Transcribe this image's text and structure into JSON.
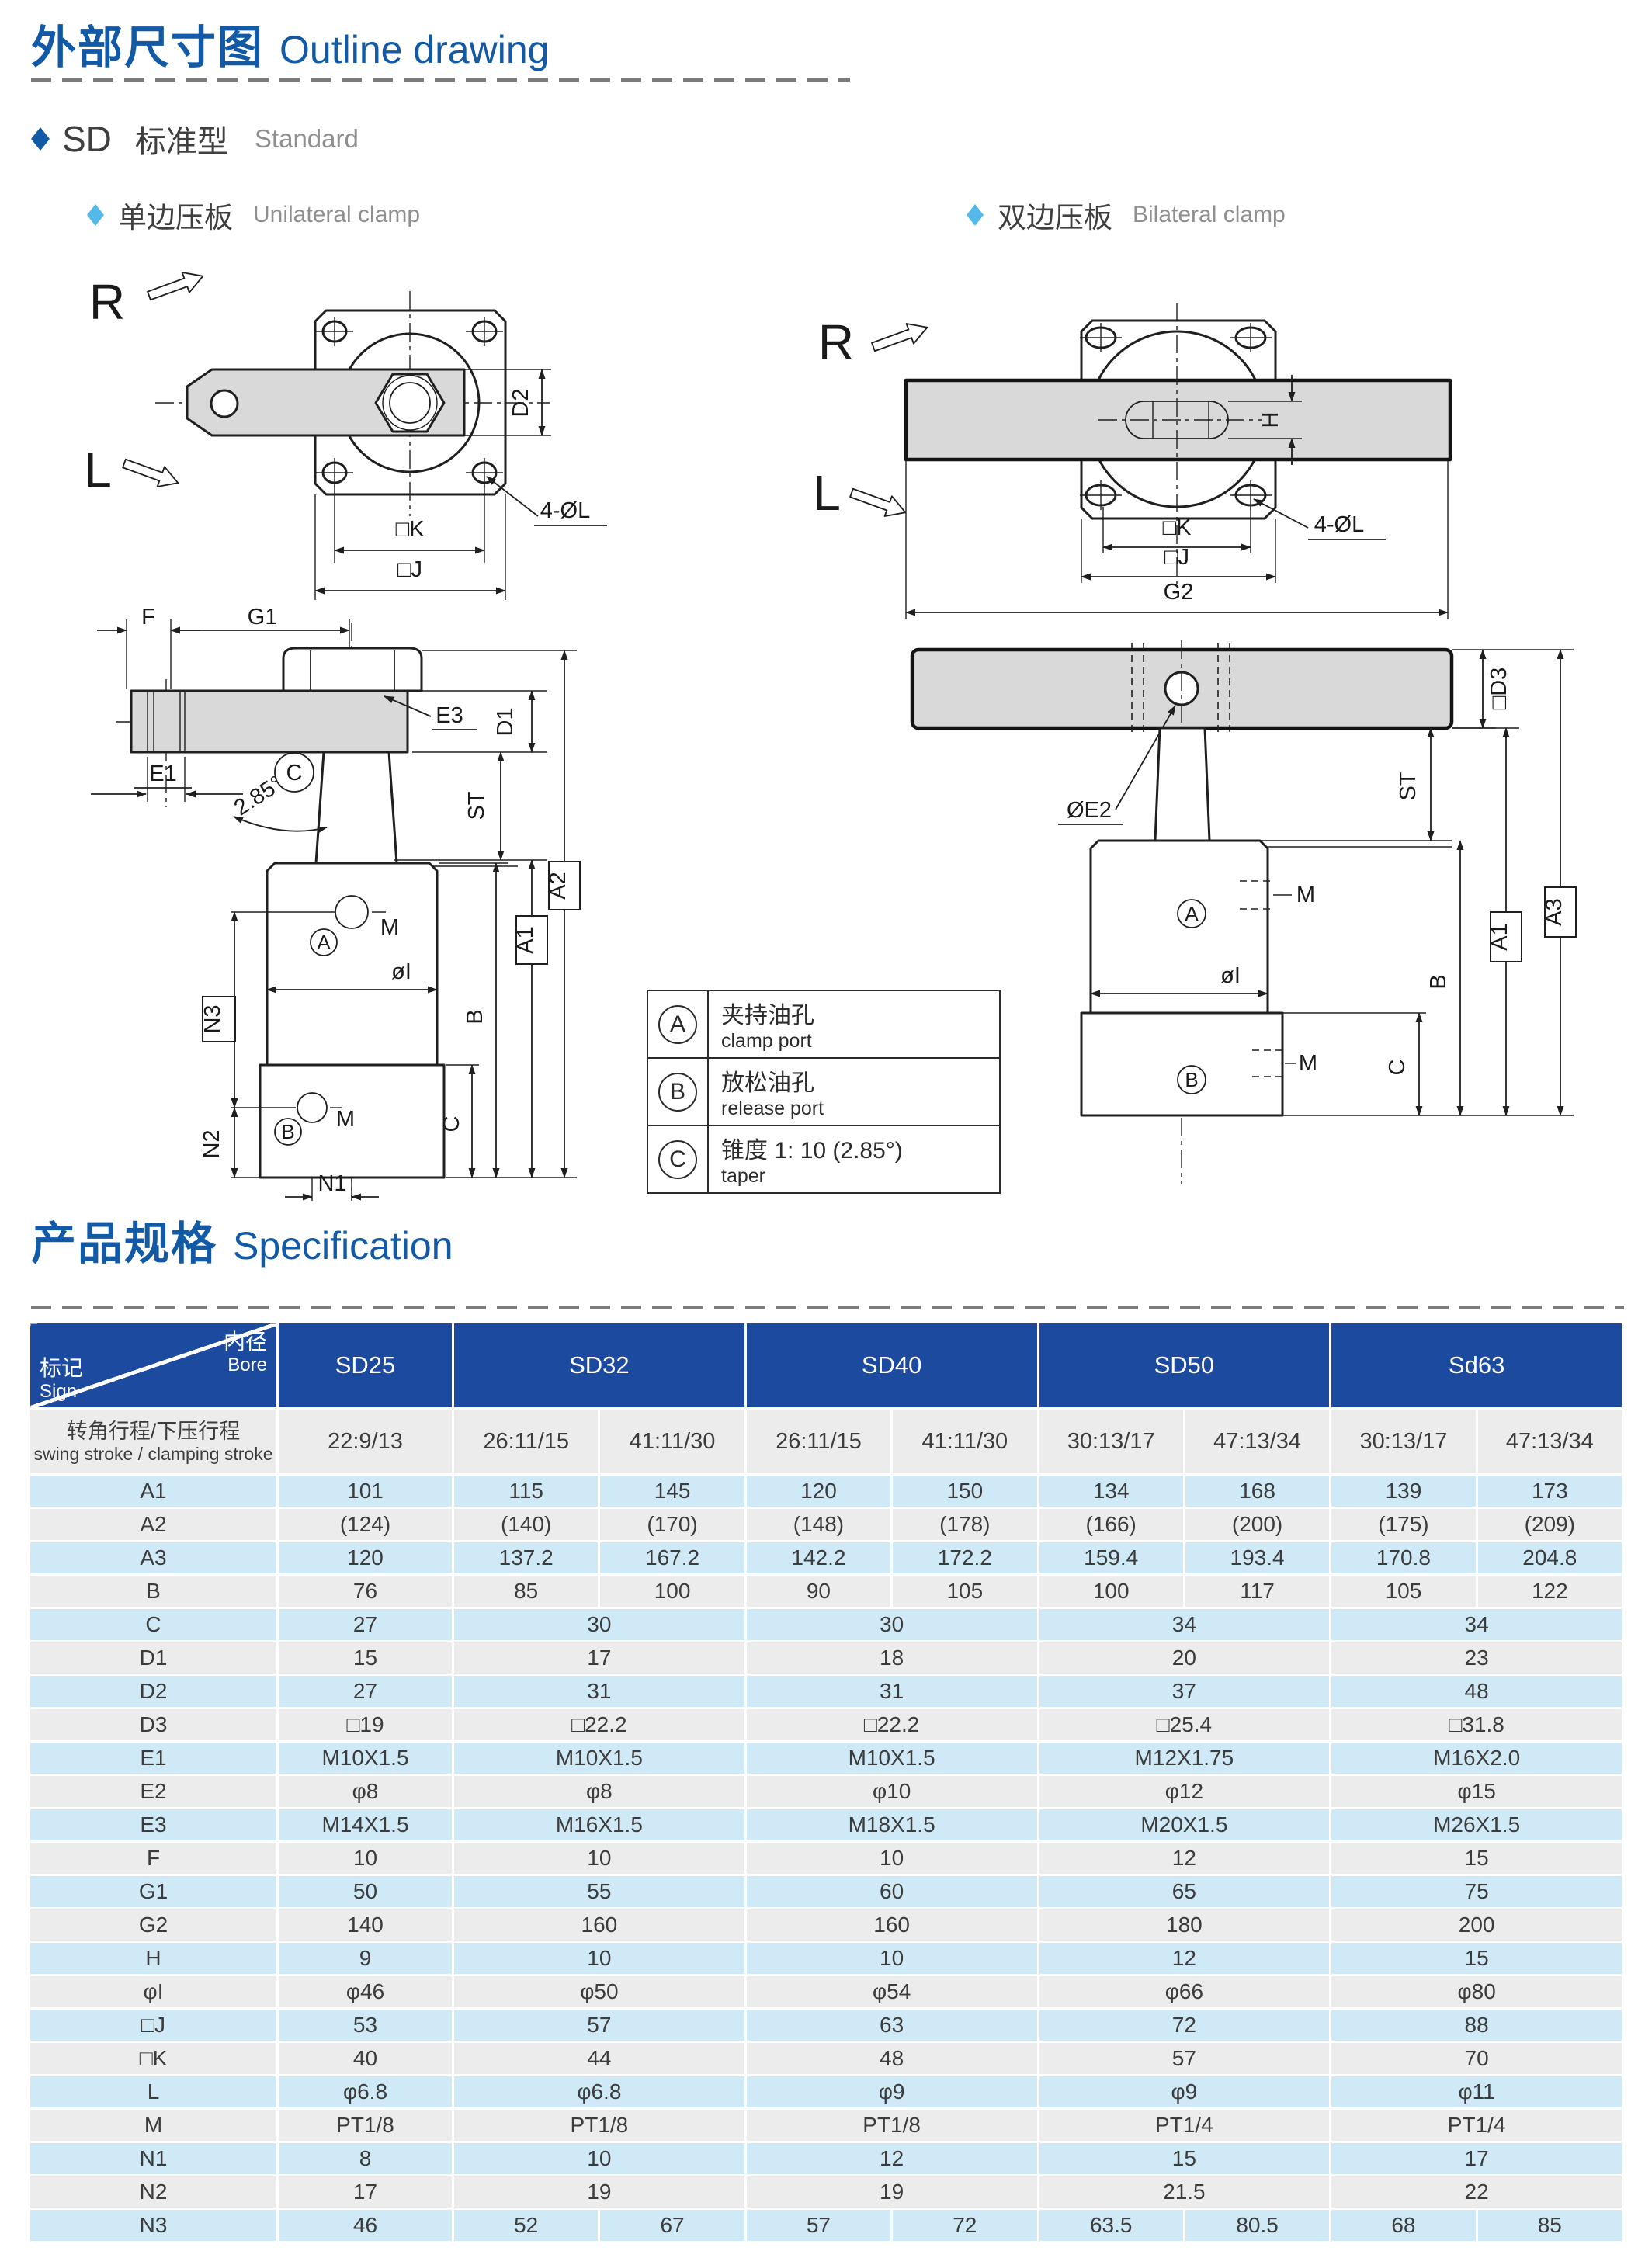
{
  "page": {
    "outline_title_zh": "外部尺寸图",
    "outline_title_en": "Outline drawing",
    "series_code": "SD",
    "series_type_zh": "标准型",
    "series_type_en": "Standard",
    "unilateral_zh": "单边压板",
    "unilateral_en": "Unilateral clamp",
    "bilateral_zh": "双边压板",
    "bilateral_en": "Bilateral clamp",
    "spec_title_zh": "产品规格",
    "spec_title_en": "Specification"
  },
  "colors": {
    "title_blue": "#1259a6",
    "header_blue": "#1b4a9f",
    "row_blue": "#cfe9f7",
    "row_gray": "#ececec",
    "diamond_dark": "#1259a6",
    "diamond_light": "#54b9e8",
    "drawing_fill_gray": "#d9d9d9"
  },
  "dim": {
    "r": "R",
    "l": "L",
    "d1": "D1",
    "d2": "D2",
    "sq_d3": "□D3",
    "sq_k": "□K",
    "sq_j": "□J",
    "four_ol": "4-ØL",
    "f": "F",
    "g1": "G1",
    "g2": "G2",
    "h": "H",
    "e1": "E1",
    "e3": "E3",
    "phi_e2": "ØE2",
    "taper_angle": "2.85°",
    "st": "ST",
    "a1": "A1",
    "a2": "A2",
    "a3": "A3",
    "b": "B",
    "c": "C",
    "m": "M",
    "a_circ": "A",
    "b_circ": "B",
    "c_circ": "C",
    "phi_i": "øI",
    "n1": "N1",
    "n2": "N2",
    "n3": "N3"
  },
  "legend": {
    "rows": [
      {
        "key": "A",
        "zh": "夹持油孔",
        "en": "clamp port"
      },
      {
        "key": "B",
        "zh": "放松油孔",
        "en": "release port"
      },
      {
        "key": "C",
        "zh": "锥度 1: 10 (2.85°)",
        "en": "taper"
      }
    ]
  },
  "table": {
    "corner": {
      "top_zh": "内径",
      "top_en": "Bore",
      "bottom_zh": "标记",
      "bottom_en": "Sign"
    },
    "bores": [
      {
        "label": "SD25",
        "span": 1
      },
      {
        "label": "SD32",
        "span": 2
      },
      {
        "label": "SD40",
        "span": 2
      },
      {
        "label": "SD50",
        "span": 2
      },
      {
        "label": "Sd63",
        "span": 2
      }
    ],
    "rows": [
      {
        "zh": "转角行程/下压行程",
        "en": "swing stroke / clamping stroke",
        "cells": [
          {
            "v": "22:9/13"
          },
          {
            "v": "26:11/15"
          },
          {
            "v": "41:11/30"
          },
          {
            "v": "26:11/15"
          },
          {
            "v": "41:11/30"
          },
          {
            "v": "30:13/17"
          },
          {
            "v": "47:13/34"
          },
          {
            "v": "30:13/17"
          },
          {
            "v": "47:13/34"
          }
        ]
      },
      {
        "sign": "A1",
        "cells": [
          {
            "v": "101"
          },
          {
            "v": "115"
          },
          {
            "v": "145"
          },
          {
            "v": "120"
          },
          {
            "v": "150"
          },
          {
            "v": "134"
          },
          {
            "v": "168"
          },
          {
            "v": "139"
          },
          {
            "v": "173"
          }
        ]
      },
      {
        "sign": "A2",
        "cells": [
          {
            "v": "(124)"
          },
          {
            "v": "(140)"
          },
          {
            "v": "(170)"
          },
          {
            "v": "(148)"
          },
          {
            "v": "(178)"
          },
          {
            "v": "(166)"
          },
          {
            "v": "(200)"
          },
          {
            "v": "(175)"
          },
          {
            "v": "(209)"
          }
        ]
      },
      {
        "sign": "A3",
        "cells": [
          {
            "v": "120"
          },
          {
            "v": "137.2"
          },
          {
            "v": "167.2"
          },
          {
            "v": "142.2"
          },
          {
            "v": "172.2"
          },
          {
            "v": "159.4"
          },
          {
            "v": "193.4"
          },
          {
            "v": "170.8"
          },
          {
            "v": "204.8"
          }
        ]
      },
      {
        "sign": "B",
        "cells": [
          {
            "v": "76"
          },
          {
            "v": "85"
          },
          {
            "v": "100"
          },
          {
            "v": "90"
          },
          {
            "v": "105"
          },
          {
            "v": "100"
          },
          {
            "v": "117"
          },
          {
            "v": "105"
          },
          {
            "v": "122"
          }
        ]
      },
      {
        "sign": "C",
        "cells": [
          {
            "v": "27"
          },
          {
            "v": "30",
            "s": 2
          },
          {
            "v": "30",
            "s": 2
          },
          {
            "v": "34",
            "s": 2
          },
          {
            "v": "34",
            "s": 2
          }
        ]
      },
      {
        "sign": "D1",
        "cells": [
          {
            "v": "15"
          },
          {
            "v": "17",
            "s": 2
          },
          {
            "v": "18",
            "s": 2
          },
          {
            "v": "20",
            "s": 2
          },
          {
            "v": "23",
            "s": 2
          }
        ]
      },
      {
        "sign": "D2",
        "cells": [
          {
            "v": "27"
          },
          {
            "v": "31",
            "s": 2
          },
          {
            "v": "31",
            "s": 2
          },
          {
            "v": "37",
            "s": 2
          },
          {
            "v": "48",
            "s": 2
          }
        ]
      },
      {
        "sign": "D3",
        "cells": [
          {
            "v": "□19"
          },
          {
            "v": "□22.2",
            "s": 2
          },
          {
            "v": "□22.2",
            "s": 2
          },
          {
            "v": "□25.4",
            "s": 2
          },
          {
            "v": "□31.8",
            "s": 2
          }
        ]
      },
      {
        "sign": "E1",
        "cells": [
          {
            "v": "M10X1.5"
          },
          {
            "v": "M10X1.5",
            "s": 2
          },
          {
            "v": "M10X1.5",
            "s": 2
          },
          {
            "v": "M12X1.75",
            "s": 2
          },
          {
            "v": "M16X2.0",
            "s": 2
          }
        ]
      },
      {
        "sign": "E2",
        "cells": [
          {
            "v": "φ8"
          },
          {
            "v": "φ8",
            "s": 2
          },
          {
            "v": "φ10",
            "s": 2
          },
          {
            "v": "φ12",
            "s": 2
          },
          {
            "v": "φ15",
            "s": 2
          }
        ]
      },
      {
        "sign": "E3",
        "cells": [
          {
            "v": "M14X1.5"
          },
          {
            "v": "M16X1.5",
            "s": 2
          },
          {
            "v": "M18X1.5",
            "s": 2
          },
          {
            "v": "M20X1.5",
            "s": 2
          },
          {
            "v": "M26X1.5",
            "s": 2
          }
        ]
      },
      {
        "sign": "F",
        "cells": [
          {
            "v": "10"
          },
          {
            "v": "10",
            "s": 2
          },
          {
            "v": "10",
            "s": 2
          },
          {
            "v": "12",
            "s": 2
          },
          {
            "v": "15",
            "s": 2
          }
        ]
      },
      {
        "sign": "G1",
        "cells": [
          {
            "v": "50"
          },
          {
            "v": "55",
            "s": 2
          },
          {
            "v": "60",
            "s": 2
          },
          {
            "v": "65",
            "s": 2
          },
          {
            "v": "75",
            "s": 2
          }
        ]
      },
      {
        "sign": "G2",
        "cells": [
          {
            "v": "140"
          },
          {
            "v": "160",
            "s": 2
          },
          {
            "v": "160",
            "s": 2
          },
          {
            "v": "180",
            "s": 2
          },
          {
            "v": "200",
            "s": 2
          }
        ]
      },
      {
        "sign": "H",
        "cells": [
          {
            "v": "9"
          },
          {
            "v": "10",
            "s": 2
          },
          {
            "v": "10",
            "s": 2
          },
          {
            "v": "12",
            "s": 2
          },
          {
            "v": "15",
            "s": 2
          }
        ]
      },
      {
        "sign": "φI",
        "cells": [
          {
            "v": "φ46"
          },
          {
            "v": "φ50",
            "s": 2
          },
          {
            "v": "φ54",
            "s": 2
          },
          {
            "v": "φ66",
            "s": 2
          },
          {
            "v": "φ80",
            "s": 2
          }
        ]
      },
      {
        "sign": "□J",
        "cells": [
          {
            "v": "53"
          },
          {
            "v": "57",
            "s": 2
          },
          {
            "v": "63",
            "s": 2
          },
          {
            "v": "72",
            "s": 2
          },
          {
            "v": "88",
            "s": 2
          }
        ]
      },
      {
        "sign": "□K",
        "cells": [
          {
            "v": "40"
          },
          {
            "v": "44",
            "s": 2
          },
          {
            "v": "48",
            "s": 2
          },
          {
            "v": "57",
            "s": 2
          },
          {
            "v": "70",
            "s": 2
          }
        ]
      },
      {
        "sign": "L",
        "cells": [
          {
            "v": "φ6.8"
          },
          {
            "v": "φ6.8",
            "s": 2
          },
          {
            "v": "φ9",
            "s": 2
          },
          {
            "v": "φ9",
            "s": 2
          },
          {
            "v": "φ11",
            "s": 2
          }
        ]
      },
      {
        "sign": "M",
        "cells": [
          {
            "v": "PT1/8"
          },
          {
            "v": "PT1/8",
            "s": 2
          },
          {
            "v": "PT1/8",
            "s": 2
          },
          {
            "v": "PT1/4",
            "s": 2
          },
          {
            "v": "PT1/4",
            "s": 2
          }
        ]
      },
      {
        "sign": "N1",
        "cells": [
          {
            "v": "8"
          },
          {
            "v": "10",
            "s": 2
          },
          {
            "v": "12",
            "s": 2
          },
          {
            "v": "15",
            "s": 2
          },
          {
            "v": "17",
            "s": 2
          }
        ]
      },
      {
        "sign": "N2",
        "cells": [
          {
            "v": "17"
          },
          {
            "v": "19",
            "s": 2
          },
          {
            "v": "19",
            "s": 2
          },
          {
            "v": "21.5",
            "s": 2
          },
          {
            "v": "22",
            "s": 2
          }
        ]
      },
      {
        "sign": "N3",
        "cells": [
          {
            "v": "46"
          },
          {
            "v": "52"
          },
          {
            "v": "67"
          },
          {
            "v": "57"
          },
          {
            "v": "72"
          },
          {
            "v": "63.5"
          },
          {
            "v": "80.5"
          },
          {
            "v": "68"
          },
          {
            "v": "85"
          }
        ]
      }
    ]
  }
}
